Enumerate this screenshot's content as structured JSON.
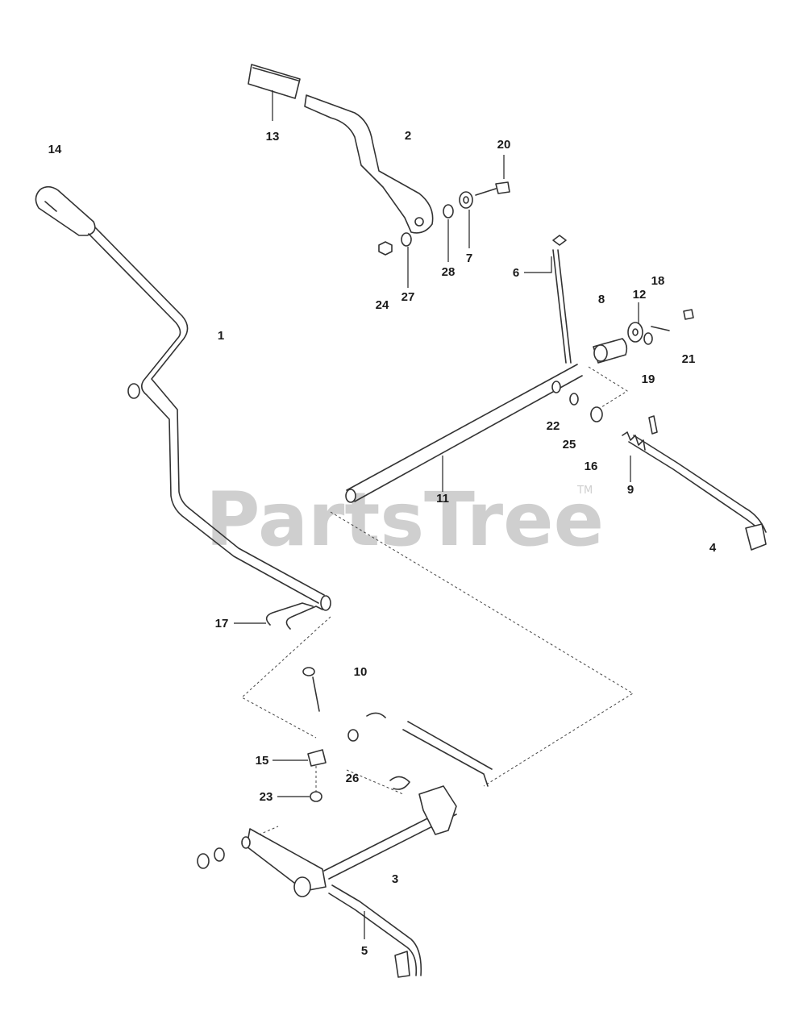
{
  "diagram": {
    "watermark": "PartsTree",
    "trademark": "TM",
    "callouts": {
      "c1": "1",
      "c2": "2",
      "c3": "3",
      "c4": "4",
      "c5": "5",
      "c6": "6",
      "c7": "7",
      "c8": "8",
      "c9": "9",
      "c10": "10",
      "c11": "11",
      "c12": "12",
      "c13": "13",
      "c14": "14",
      "c15": "15",
      "c16": "16",
      "c17": "17",
      "c18": "18",
      "c19": "19",
      "c20": "20",
      "c21": "21",
      "c22": "22",
      "c23": "23",
      "c24": "24",
      "c25": "25",
      "c26": "26",
      "c27": "27",
      "c28": "28"
    }
  }
}
